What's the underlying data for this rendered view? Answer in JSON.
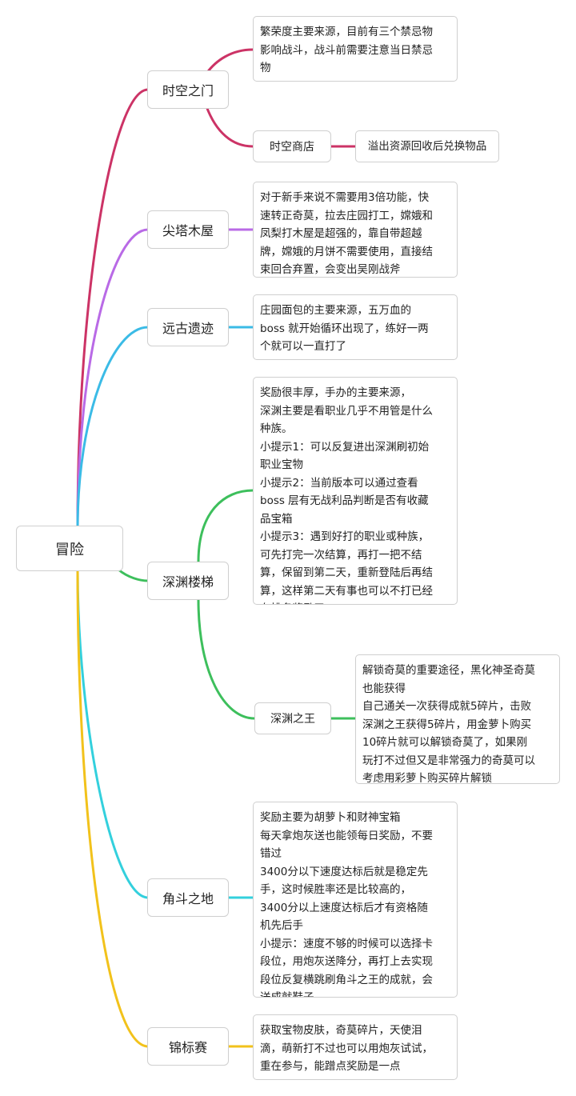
{
  "root": {
    "label": "冒险"
  },
  "branches": {
    "b1": {
      "label": "时空之门",
      "color": "#cc3366",
      "note": "繁荣度主要来源，目前有三个禁忌物\n影响战斗，战斗前需要注意当日禁忌\n物",
      "sub": {
        "label": "时空商店",
        "note": "溢出资源回收后兑换物品"
      }
    },
    "b2": {
      "label": "尖塔木屋",
      "color": "#b96ae6",
      "note": "对于新手来说不需要用3倍功能，快\n速转正奇莫，拉去庄园打工，嫦娥和\n凤梨打木屋是超强的，靠自带超越\n牌，嫦娥的月饼不需要使用，直接结\n束回合弃置，会变出吴刚战斧"
    },
    "b3": {
      "label": "远古遗迹",
      "color": "#3bbbe6",
      "note": "庄园面包的主要来源，五万血的\nboss 就开始循环出现了，练好一两\n个就可以一直打了"
    },
    "b4": {
      "label": "深渊楼梯",
      "color": "#3dbf5c",
      "note": "奖励很丰厚，手办的主要来源，\n深渊主要是看职业几乎不用管是什么\n种族。\n小提示1：可以反复进出深渊刷初始\n职业宝物\n小提示2：当前版本可以通过查看\nboss 层有无战利品判断是否有收藏\n品宝箱\n小提示3：遇到好打的职业或种族，\n可先打完一次结算，再打一把不结\n算，保留到第二天，重新登陆后再结\n算，这样第二天有事也可以不打已经\n有排名奖励了",
      "sub": {
        "label": "深渊之王",
        "note": "解锁奇莫的重要途径，黑化神圣奇莫\n也能获得\n自己通关一次获得成就5碎片，击败\n深渊之王获得5碎片，用金萝卜购买\n10碎片就可以解锁奇莫了，如果刚\n玩打不过但又是非常强力的奇莫可以\n考虑用彩萝卜购买碎片解锁"
      }
    },
    "b5": {
      "label": "角斗之地",
      "color": "#33d0dd",
      "note": "奖励主要为胡萝卜和财神宝箱\n每天拿炮灰送也能领每日奖励，不要\n错过\n3400分以下速度达标后就是稳定先\n手，这时候胜率还是比较高的，\n3400分以上速度达标后才有资格随\n机先后手\n小提示：速度不够的时候可以选择卡\n段位，用炮灰送降分，再打上去实现\n段位反复横跳刷角斗之王的成就，会\n送成就鞋子"
    },
    "b6": {
      "label": "锦标赛",
      "color": "#f2c21b",
      "note": "获取宝物皮肤，奇莫碎片，天使泪\n滴，萌新打不过也可以用炮灰试试，\n重在参与，能蹭点奖励是一点"
    }
  }
}
